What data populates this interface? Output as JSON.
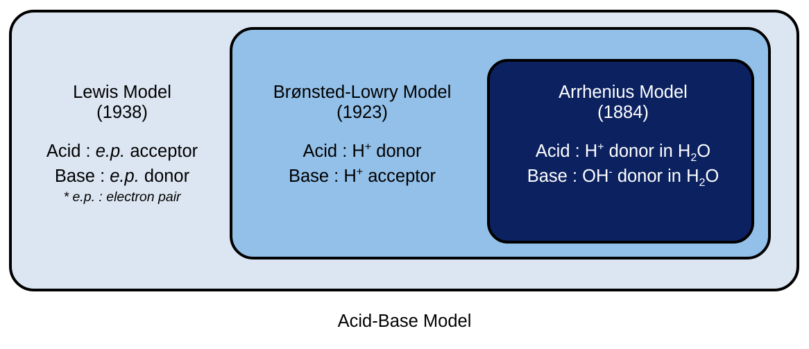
{
  "diagram": {
    "caption": "Acid-Base Model",
    "colors": {
      "outer_fill": "#dce6f2",
      "middle_fill": "#93c0e8",
      "inner_fill": "#0b2160",
      "outline": "#000000",
      "inner_text": "#ffffff",
      "outer_text": "#000000"
    },
    "models": [
      {
        "id": "lewis",
        "title": "Lewis Model",
        "year": "(1938)",
        "acid_label": "Acid :",
        "acid_term": "e.p.",
        "acid_role": "acceptor",
        "base_label": "Base :",
        "base_term": "e.p.",
        "base_role": "donor",
        "footnote": "* e.p. : electron pair"
      },
      {
        "id": "bronsted-lowry",
        "title": "Brønsted-Lowry Model",
        "year": "(1923)",
        "acid_label": "Acid :",
        "acid_species": "H",
        "acid_charge": "+",
        "acid_role": "donor",
        "base_label": "Base :",
        "base_species": "H",
        "base_charge": "+",
        "base_role": "acceptor"
      },
      {
        "id": "arrhenius",
        "title": "Arrhenius Model",
        "year": "(1884)",
        "acid_label": "Acid :",
        "acid_species": "H",
        "acid_charge": "+",
        "acid_role": "donor in",
        "acid_solvent_1": "H",
        "acid_solvent_sub": "2",
        "acid_solvent_2": "O",
        "base_label": "Base :",
        "base_species": "OH",
        "base_charge": "-",
        "base_role": "donor in",
        "base_solvent_1": "H",
        "base_solvent_sub": "2",
        "base_solvent_2": "O"
      }
    ]
  }
}
